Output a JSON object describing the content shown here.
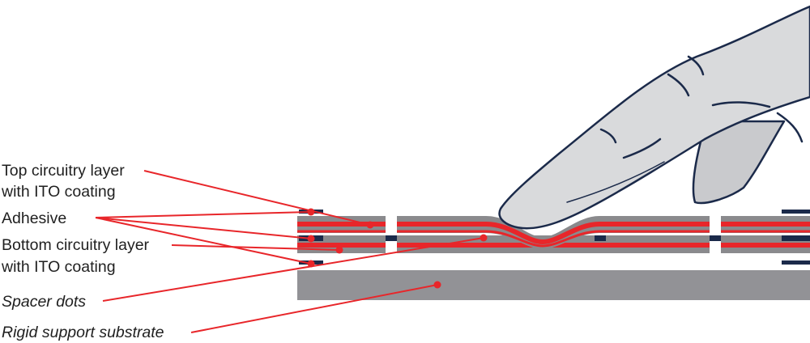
{
  "labels": {
    "top_layer": {
      "line1": "Top circuitry layer",
      "line2": "with ITO coating"
    },
    "adhesive": "Adhesive",
    "bottom_layer": {
      "line1": "Bottom circuitry layer",
      "line2": "with ITO coating"
    },
    "spacer_dots": "Spacer dots",
    "substrate": "Rigid support substrate"
  },
  "colors": {
    "accent_red": "#e8262a",
    "layer_gray": "#8a8a8d",
    "substrate_gray": "#929296",
    "navy": "#1b2a4a",
    "finger_fill": "#d9dadc",
    "finger_outline": "#1b2a4a"
  },
  "icons": [
    "finger-illustration"
  ]
}
